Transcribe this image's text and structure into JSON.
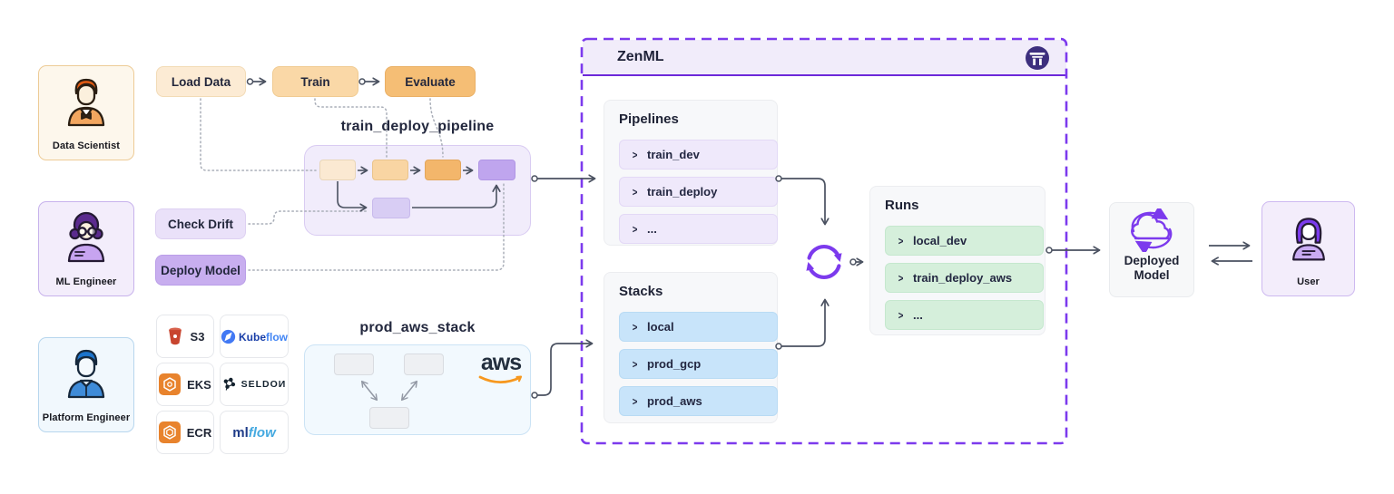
{
  "ui": {
    "chevron": ">"
  },
  "personas": {
    "data_scientist": "Data Scientist",
    "ml_engineer": "ML Engineer",
    "platform_engineer": "Platform Engineer",
    "user": "User"
  },
  "steps": {
    "load_data": "Load Data",
    "train": "Train",
    "evaluate": "Evaluate",
    "check_drift": "Check Drift",
    "deploy_model": "Deploy Model"
  },
  "labels": {
    "pipeline_title": "train_deploy_pipeline",
    "aws_stack_title": "prod_aws_stack",
    "aws_logo": "aws",
    "deployed_model": "Deployed Model"
  },
  "tools": {
    "s3": "S3",
    "kubeflow_a": "Kube",
    "kubeflow_b": "flow",
    "eks": "EKS",
    "seldon": "SELDOИ",
    "ecr": "ECR",
    "mlflow_a": "ml",
    "mlflow_b": "flow"
  },
  "zenml": {
    "title": "ZenML",
    "pipelines": {
      "title": "Pipelines",
      "items": [
        "train_dev",
        "train_deploy",
        "..."
      ]
    },
    "stacks": {
      "title": "Stacks",
      "items": [
        "local",
        "prod_gcp",
        "prod_aws"
      ]
    },
    "runs": {
      "title": "Runs",
      "items": [
        "local_dev",
        "train_deploy_aws",
        "..."
      ]
    }
  },
  "colors": {
    "zenml_purple": "#7C3AED",
    "zenml_header_bg": "#F1ECFA",
    "arrow_gray": "#4A5160",
    "dotted_gray": "#A9AEB8",
    "aws_orange": "#F7981F",
    "pipeline_row_bg": "#EFE9FB",
    "stack_row_bg": "#C8E4FA",
    "run_row_bg": "#D5EFDB",
    "step_cream": "#FCEBD4",
    "step_orange": "#F5BE75",
    "step_purple": "#C8AEEF"
  }
}
